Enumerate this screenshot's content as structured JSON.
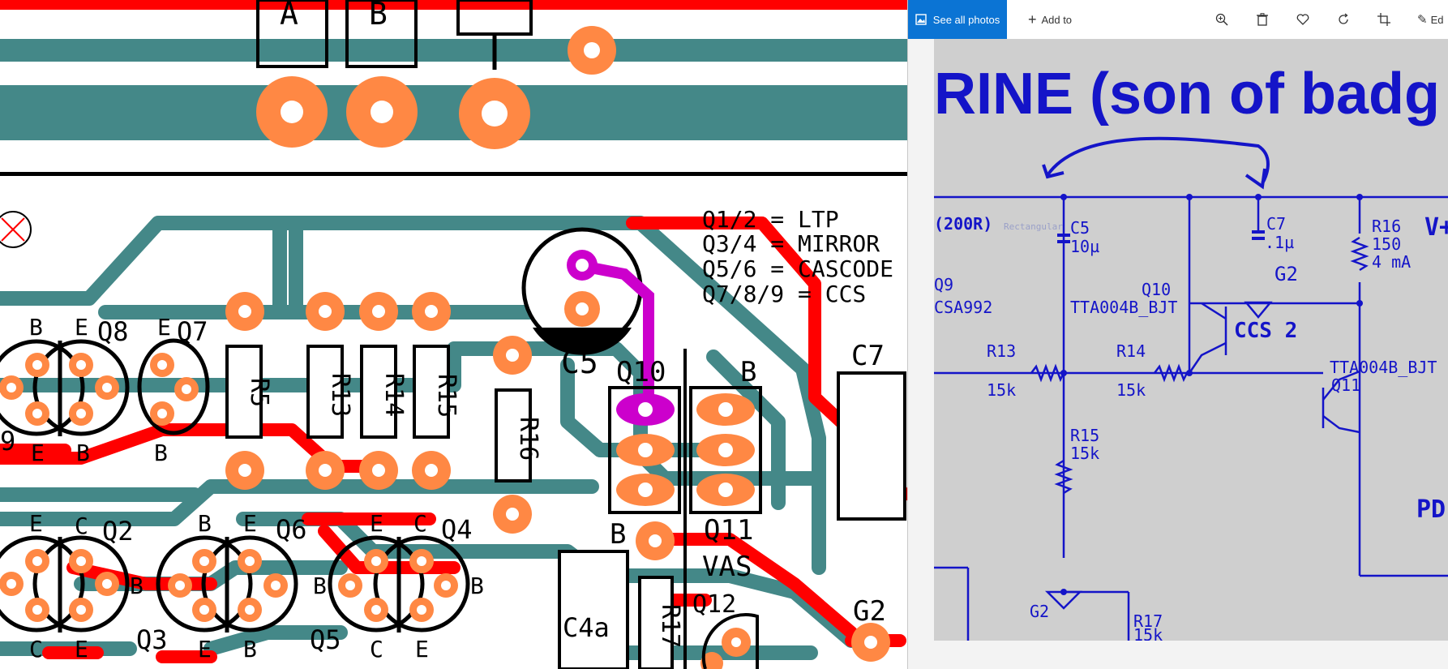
{
  "pcb": {
    "notes": [
      "Q1/2 = LTP",
      "Q3/4 = MIRROR",
      "Q5/6 = CASCODE",
      "Q7/8/9 = CCS"
    ],
    "labels": {
      "top_a": "A",
      "top_b": "B",
      "q8": "Q8",
      "q7": "Q7",
      "q2": "Q2",
      "q6": "Q6",
      "q4": "Q4",
      "q3": "Q3",
      "q5": "Q5",
      "q10": "Q10",
      "q11": "Q11",
      "q12": "Q12",
      "vas": "VAS",
      "r5": "R5",
      "r13": "R13",
      "r14": "R14",
      "r15": "R15",
      "r16": "R16",
      "r17": "R17",
      "c5": "C5",
      "c7": "C7",
      "c4a": "C4a",
      "g2": "G2",
      "b": "B",
      "e": "E",
      "c": "C",
      "nine": "9"
    }
  },
  "photos": {
    "toolbar": {
      "see_all": "See all photos",
      "add_to": "Add to",
      "edit": "Ed",
      "icons": [
        "zoom-in-icon",
        "delete-icon",
        "heart-icon",
        "rotate-icon",
        "crop-icon",
        "edit-icon"
      ]
    },
    "schematic": {
      "title": "RINE (son of badg",
      "labels": {
        "r200": "(200R)",
        "ghost": "Rectangular",
        "c5": "C5",
        "c5v": "10µ",
        "c7": "C7",
        "c7v": ".1µ",
        "g2": "G2",
        "r16": "R16",
        "r16v": "150",
        "r16i": "4 mA",
        "vplus": "V+",
        "q9": "Q9",
        "q9t": "CSA992",
        "q10": "Q10",
        "q10t": "TTA004B_BJT",
        "ccs2": "CCS 2",
        "r13": "R13",
        "r13v": "15k",
        "r14": "R14",
        "r14v": "15k",
        "q11t": "TTA004B_BJT",
        "q11": "Q11",
        "r15": "R15",
        "r15v": "15k",
        "pd": "PD",
        "g2b": "G2",
        "r17": "R17",
        "r17v": "15k"
      }
    },
    "colors": {
      "accent": "#0b74d4",
      "schematic_blue": "#1414c8",
      "background": "#cfcfcf"
    }
  }
}
